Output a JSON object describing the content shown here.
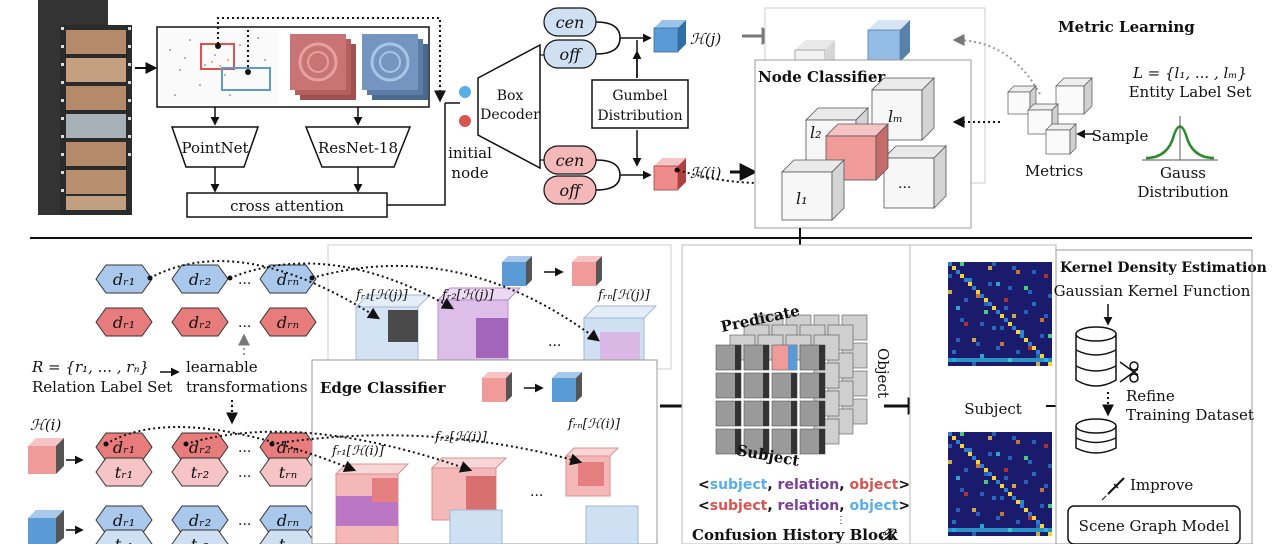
{
  "colors": {
    "blue": "#5b9bd5",
    "red": "#e06b6b",
    "pink_fill": "#f4b8b8",
    "light_blue_fill": "#cfe0f3",
    "purple": "#7b3f95",
    "dark_gray": "#555555"
  },
  "top": {
    "pointnet": "PointNet",
    "resnet": "ResNet-18",
    "cross_attention": "cross attention",
    "initial_node": [
      "initial",
      "node"
    ],
    "box_decoder": [
      "Box",
      "Decoder"
    ],
    "cen": "cen",
    "off": "off",
    "gumbel": [
      "Gumbel",
      "Distribution"
    ],
    "h_j": "ℋ(j)",
    "h_i": "ℋ(i)",
    "node_classifier": "Node Classifier",
    "l2": "l₂",
    "lm": "lₘ",
    "l1": "l₁",
    "dots": "...",
    "metric_learning": "Metric Learning",
    "label_formula": "L = {l₁, ... , lₘ}",
    "entity_label_set": "Entity Label Set",
    "sample": "Sample",
    "metrics": "Metrics",
    "gauss": [
      "Gauss",
      "Distribution"
    ]
  },
  "bottom": {
    "d_labels": [
      "dᵣ₁",
      "dᵣ₂",
      "dᵣₙ"
    ],
    "t_labels": [
      "tᵣ₁",
      "tᵣ₂",
      "tᵣₙ"
    ],
    "dots": "...",
    "relation_formula": "R = {r₁, ... , rₙ}",
    "relation_label_set": "Relation Label Set",
    "learnable": [
      "learnable",
      "transformations"
    ],
    "h_i": "ℋ(i)",
    "f_j": [
      "fᵣ₁[ℋ(j)]",
      "fᵣ₂[ℋ(j)]",
      "fᵣₙ[ℋ(j)]"
    ],
    "f_i": [
      "fᵣ₁[ℋ(i)]",
      "fᵣ₂[ℋ(i)]",
      "fᵣₙ[ℋ(i)]"
    ],
    "edge_classifier": "Edge Classifier",
    "predicate": "Predicate",
    "object": "Object",
    "subject": "Subject",
    "triplet": {
      "open": "<",
      "subject": "subject",
      "comma1": ", ",
      "relation": "relation",
      "comma2": ", ",
      "object": "object",
      "close": ">"
    },
    "confusion_history": "Confusion History Block",
    "confusion_symbol": "𝓑",
    "heatmap_label": "Subject",
    "kde": "Kernel Density Estimation",
    "gaussian_kernel": "Gaussian Kernel Function",
    "refine": [
      "Refine",
      "Training Dataset"
    ],
    "improve": "Improve",
    "scene_graph_model": "Scene Graph Model"
  }
}
